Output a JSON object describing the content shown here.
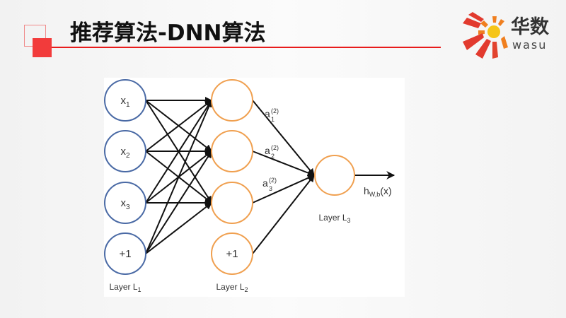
{
  "slide": {
    "title": "推荐算法-DNN算法",
    "logo": {
      "cn_text": "华数",
      "en_text": "wasu"
    }
  },
  "diagram": {
    "colors": {
      "input_node": "#4a6aa5",
      "hidden_node": "#f0a050",
      "edge": "#111111",
      "accent_red": "#e81c1c"
    },
    "layers": [
      {
        "label": "Layer L",
        "sub": "1",
        "nodes": [
          {
            "text": "x",
            "sub": "1"
          },
          {
            "text": "x",
            "sub": "2"
          },
          {
            "text": "x",
            "sub": "3"
          },
          {
            "text": "+1",
            "sub": ""
          }
        ]
      },
      {
        "label": "Layer L",
        "sub": "2",
        "nodes": [
          {
            "text": "",
            "sub": ""
          },
          {
            "text": "",
            "sub": ""
          },
          {
            "text": "",
            "sub": ""
          },
          {
            "text": "+1",
            "sub": ""
          }
        ]
      },
      {
        "label": "Layer L",
        "sub": "3",
        "nodes": [
          {
            "text": "",
            "sub": ""
          }
        ]
      }
    ],
    "activations": [
      {
        "text": "a",
        "sup": "(2)",
        "sub": "1"
      },
      {
        "text": "a",
        "sup": "(2)",
        "sub": "2"
      },
      {
        "text": "a",
        "sup": "(2)",
        "sub": "3"
      }
    ],
    "output": {
      "text": "h",
      "sub": "W,b",
      "suffix": "(x)"
    }
  }
}
